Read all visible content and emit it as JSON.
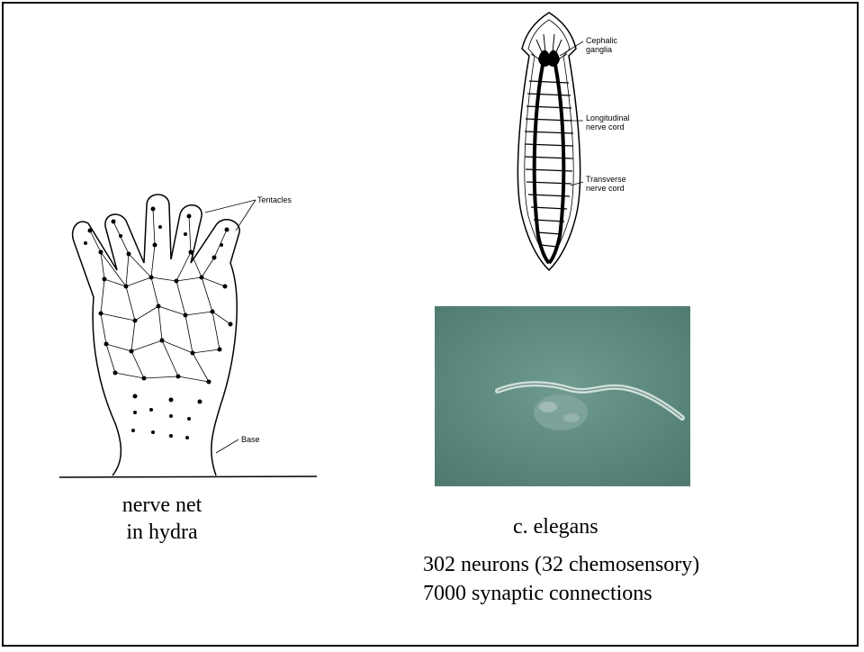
{
  "hydra": {
    "labels": {
      "tentacles": "Tentacles",
      "base": "Base"
    },
    "caption_line1": "nerve net",
    "caption_line2": "in hydra"
  },
  "flatworm": {
    "labels": {
      "cephalic": "Cephalic\nganglia",
      "longitudinal": "Longitudinal\nnerve cord",
      "transverse": "Transverse\nnerve cord"
    }
  },
  "celegans": {
    "caption": "c. elegans",
    "fact_neurons": "302 neurons (32 chemosensory)",
    "fact_synapses": "7000 synaptic connections"
  },
  "colors": {
    "border": "#000000",
    "photo_bg": "#5f8a80"
  }
}
